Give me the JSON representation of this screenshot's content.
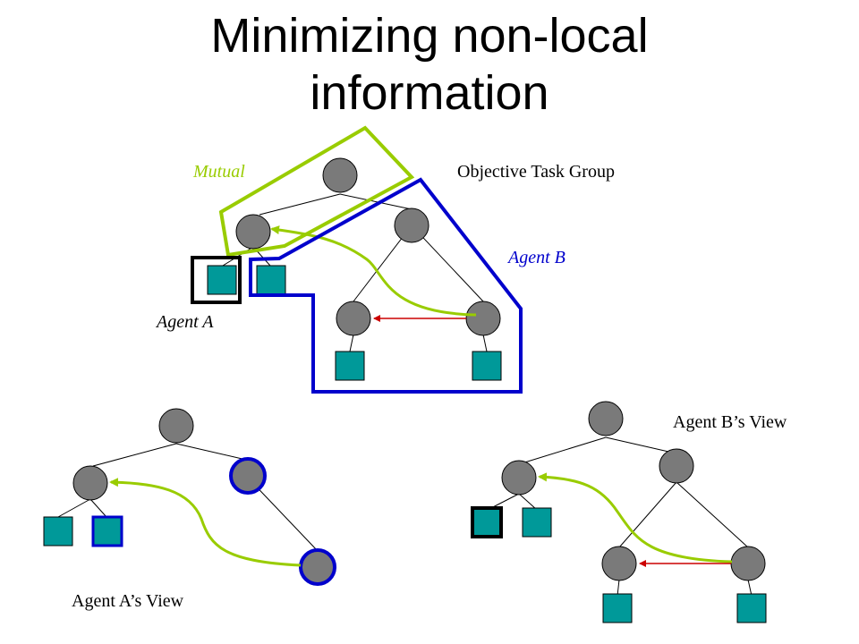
{
  "slide": {
    "title_line1": "Minimizing non-local",
    "title_line2": "information"
  },
  "labels": {
    "mutual": "Mutual",
    "objective_task_group": "Objective Task Group",
    "agent_b": "Agent B",
    "agent_a": "Agent A",
    "agent_b_view": "Agent B’s View",
    "agent_a_view": "Agent A’s View"
  },
  "colors": {
    "node_fill": "#7a7a7a",
    "leaf_fill": "#009999",
    "mutual_green": "#99cc00",
    "agent_b_blue": "#0000cc",
    "agent_a_black": "#000000",
    "interrelation_red": "#cc0000"
  }
}
